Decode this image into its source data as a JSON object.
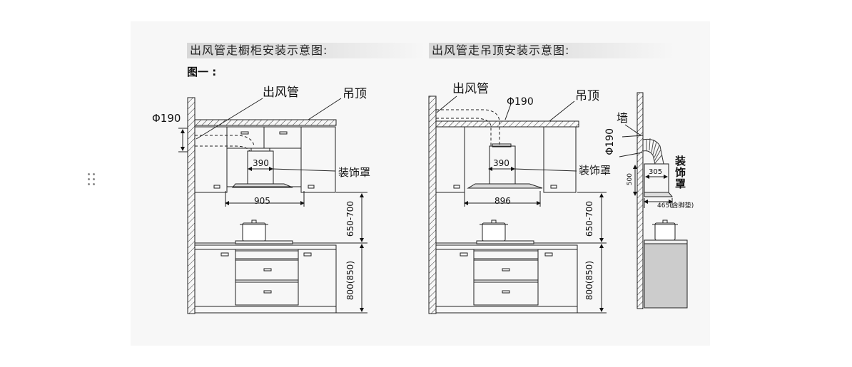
{
  "titles": {
    "left": "出风管走橱柜安装示意图:",
    "right": "出风管走吊顶安装示意图:"
  },
  "left_diagram": {
    "figure_label": "图一 :",
    "duct_label": "出风管",
    "ceiling_label": "吊顶",
    "duct_diameter": "Φ190",
    "hood_depth": "390",
    "decor_cover_label": "装饰罩",
    "hood_width": "905",
    "hood_height_range": "650-700",
    "counter_height": "800(850)"
  },
  "right_diagram": {
    "duct_label": "出风管",
    "duct_diameter": "Φ190",
    "ceiling_label": "吊顶",
    "hood_depth": "390",
    "decor_cover_label": "装饰罩",
    "hood_width": "896",
    "hood_height_range": "650-700",
    "counter_height": "800(850)"
  },
  "side_view": {
    "wall_label": "墙",
    "duct_diameter": "Φ190",
    "decor_cover_label": "装饰罩",
    "cover_height": "500",
    "cover_depth": "305",
    "total_depth": "465(含脚垫)"
  }
}
